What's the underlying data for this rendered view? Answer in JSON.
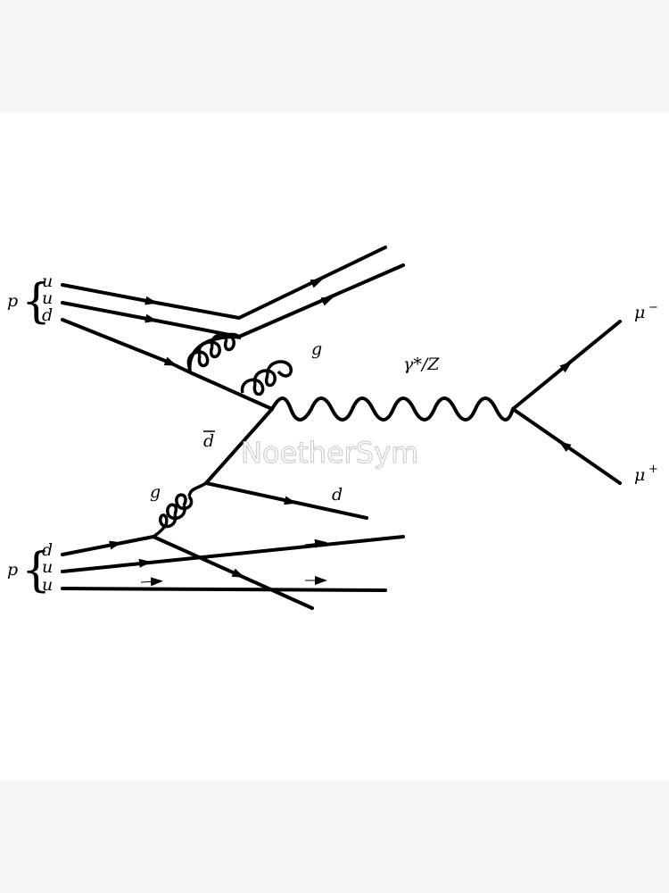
{
  "watermark": "NoetherSym",
  "proton_top": {
    "label": "p",
    "quarks": [
      "u",
      "u",
      "d"
    ]
  },
  "proton_bottom": {
    "label": "p",
    "quarks": [
      "d",
      "u",
      "u"
    ]
  },
  "labels": {
    "gluon_top": "g",
    "gluon_bottom": "g",
    "boson": "γ*/Z",
    "antiquark": "d",
    "quark_out": "d",
    "muon_minus": "μ",
    "muon_minus_sup": "−",
    "muon_plus": "μ",
    "muon_plus_sup": "+"
  }
}
